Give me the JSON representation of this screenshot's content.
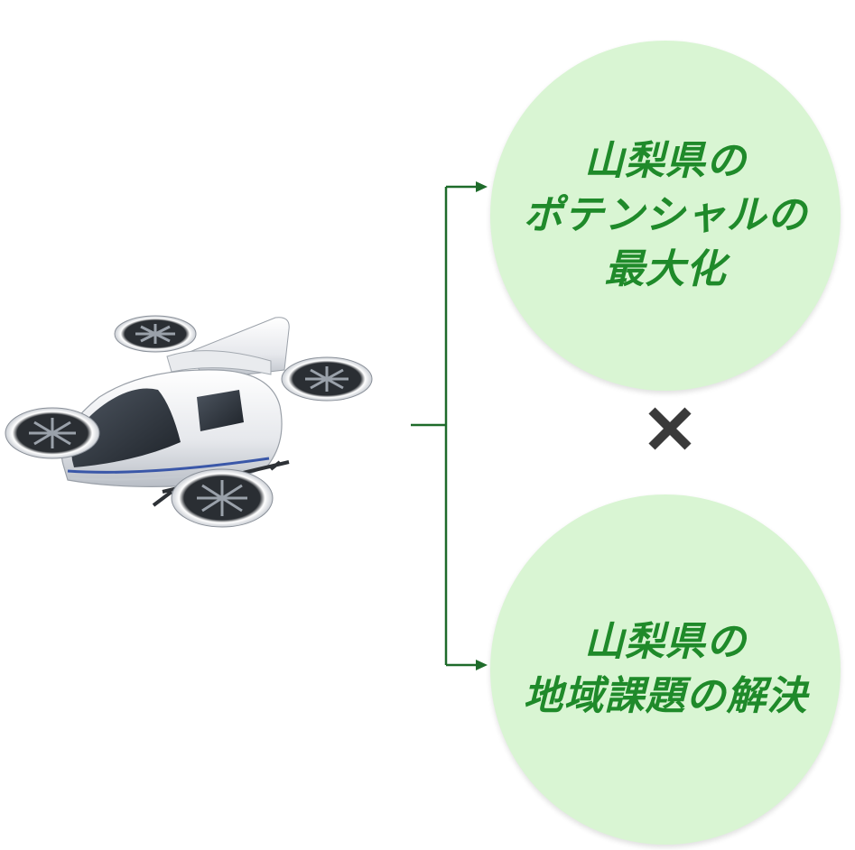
{
  "colors": {
    "circle_fill": "#d9f5d3",
    "text": "#1f8a2a",
    "connector": "#1e6b2a",
    "times": "#3a3a3a"
  },
  "top_circle": {
    "lines": [
      "山梨県の",
      "ポテンシャルの",
      "最大化"
    ]
  },
  "bottom_circle": {
    "lines": [
      "山梨県の",
      "地域課題の解決"
    ]
  },
  "operator": {
    "icon": "times-icon"
  },
  "illustration": {
    "icon": "flying-car-icon"
  }
}
